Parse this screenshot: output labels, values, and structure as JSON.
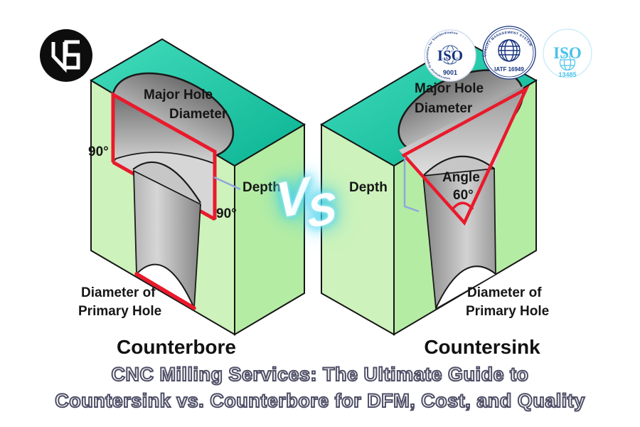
{
  "header_badges": {
    "iso9001": {
      "ring_text": "International Organization for Standardization",
      "main": "ISO",
      "number": "9001"
    },
    "iatf": {
      "ring_text": "QUALITY MANAGEMENT SYSTEM",
      "number": "IATF 16949"
    },
    "iso13485": {
      "main": "ISO",
      "number": "13485"
    }
  },
  "vs": {
    "v": "V",
    "s": "S"
  },
  "counterbore": {
    "title": "Counterbore",
    "major_hole_line1": "Major Hole",
    "major_hole_line2": "Diameter",
    "angle_left": "90°",
    "angle_right": "90°",
    "depth": "Depth",
    "primary_line1": "Diameter of",
    "primary_line2": "Primary Hole"
  },
  "countersink": {
    "title": "Countersink",
    "major_hole_line1": "Major Hole",
    "major_hole_line2": "Diameter",
    "angle_label": "Angle",
    "angle_value": "60°",
    "depth": "Depth",
    "primary_line1": "Diameter of",
    "primary_line2": "Primary Hole"
  },
  "caption": {
    "line1": "CNC Milling Services: The Ultimate Guide to",
    "line2": "Countersink vs. Counterbore for DFM, Cost, and Quality"
  },
  "colors": {
    "block_top_teal": "#12c09d",
    "block_face_light": "#cdf2bb",
    "block_face_dark": "#b5eca3",
    "annotation_red": "#e91a2c",
    "depth_line_blue": "#8ea6de",
    "vs_glow_cyan": "#35cdea",
    "badge_navy": "#16337f",
    "badge_cyan": "#49c2ea",
    "caption_outline": "#4e4e66"
  }
}
